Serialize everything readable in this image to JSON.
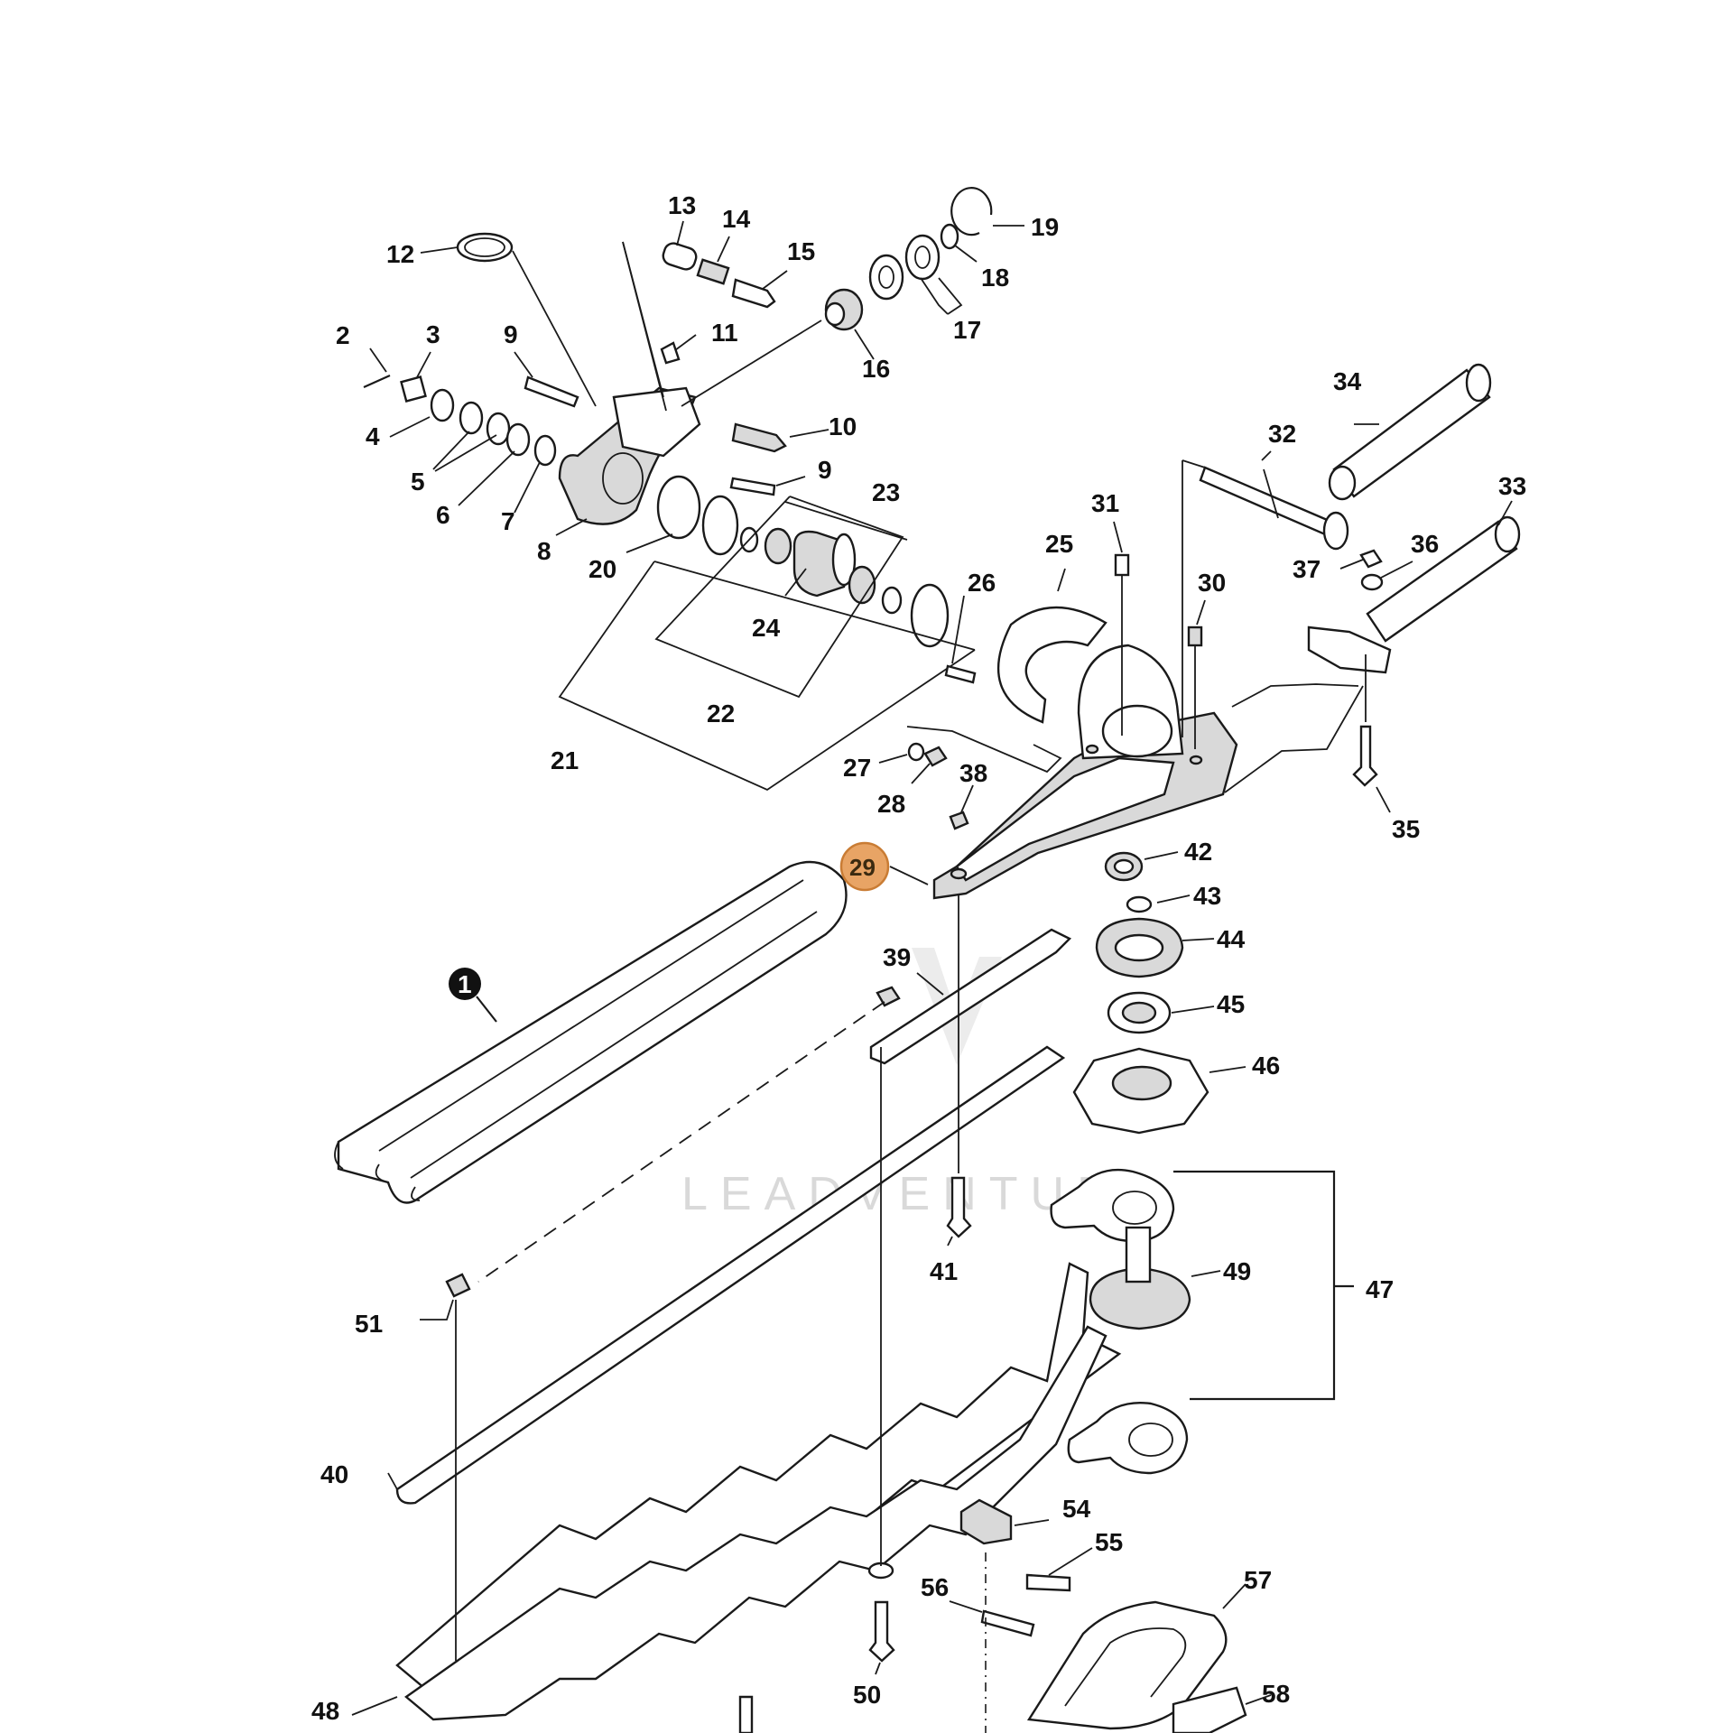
{
  "watermark": "LEADVENTURE",
  "colors": {
    "highlight": "#e8a465",
    "highlight_stroke": "#c97c34",
    "kit_badge": "#111111"
  },
  "highlighted_callout": "29",
  "kit_callout": "1",
  "callouts": {
    "c2": "2",
    "c3": "3",
    "c4": "4",
    "c5": "5",
    "c6": "6",
    "c7": "7",
    "c8": "8",
    "c9a": "9",
    "c9b": "9",
    "c10": "10",
    "c11": "11",
    "c12": "12",
    "c13": "13",
    "c14": "14",
    "c15": "15",
    "c16": "16",
    "c17": "17",
    "c18": "18",
    "c19": "19",
    "c20": "20",
    "c21": "21",
    "c22": "22",
    "c23": "23",
    "c24": "24",
    "c25": "25",
    "c26": "26",
    "c27": "27",
    "c28": "28",
    "c30": "30",
    "c31": "31",
    "c32": "32",
    "c33": "33",
    "c34": "34",
    "c35": "35",
    "c36": "36",
    "c37": "37",
    "c38": "38",
    "c39": "39",
    "c40": "40",
    "c41": "41",
    "c42": "42",
    "c43": "43",
    "c44": "44",
    "c45": "45",
    "c46": "46",
    "c47": "47",
    "c48": "48",
    "c49": "49",
    "c50": "50",
    "c51": "51",
    "c54": "54",
    "c55": "55",
    "c56": "56",
    "c57": "57",
    "c58": "58"
  }
}
